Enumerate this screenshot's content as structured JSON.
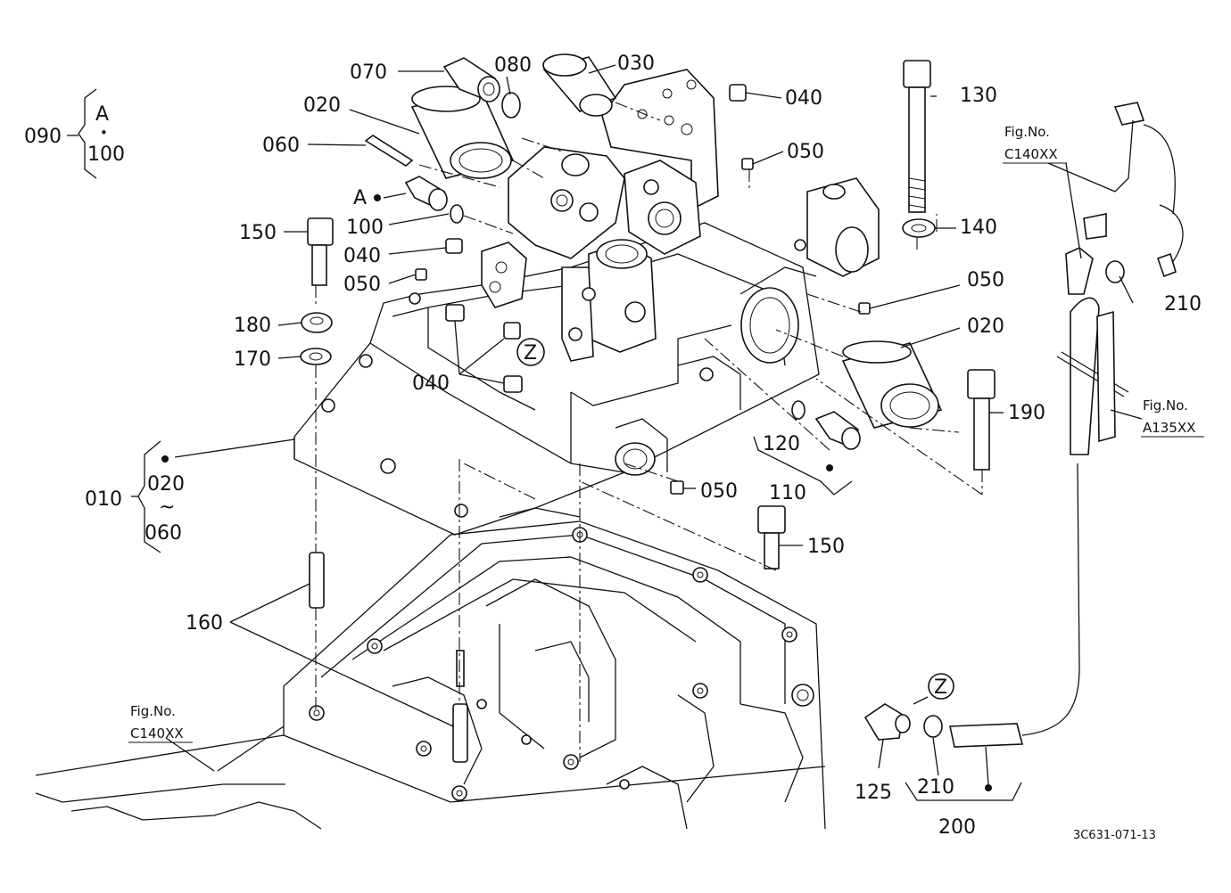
{
  "callouts": {
    "c010": "010",
    "c020a": "020",
    "c020b": "020",
    "c020range": "020",
    "c030": "030",
    "c040a": "040",
    "c040b": "040",
    "c040c": "040",
    "c050a": "050",
    "c050b": "050",
    "c050c": "050",
    "c050d": "050",
    "c060a": "060",
    "c060range": "060",
    "c070": "070",
    "c080": "080",
    "c090": "090",
    "c100a": "100",
    "c100range": "100",
    "c110": "110",
    "c120": "120",
    "c125": "125",
    "c130": "130",
    "c140": "140",
    "c150a": "150",
    "c150b": "150",
    "c160": "160",
    "c170": "170",
    "c180": "180",
    "c190": "190",
    "c200": "200",
    "c210a": "210",
    "c210b": "210",
    "tilde": "~",
    "markA1": "A",
    "markA2": "A",
    "markZ1": "Z",
    "markZ2": "Z",
    "midDot": "•"
  },
  "fig_refs": {
    "ref1_title": "Fig.No.",
    "ref1_code": "C140XX",
    "ref2_title": "Fig.No.",
    "ref2_code": "A135XX",
    "ref3_title": "Fig.No.",
    "ref3_code": "C140XX"
  },
  "drawing_code": "3C631-071-13",
  "colors": {
    "line": "#111111",
    "background": "#ffffff"
  }
}
